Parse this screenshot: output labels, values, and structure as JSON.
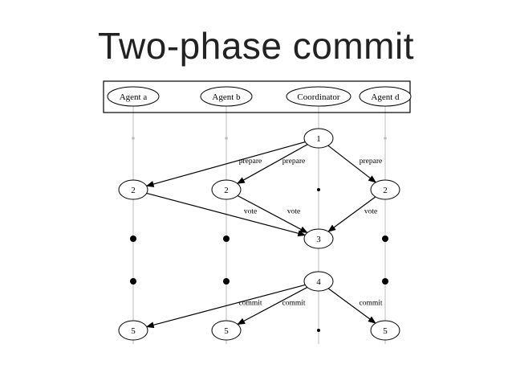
{
  "title": "Two-phase commit",
  "participants": [
    {
      "id": "a",
      "label": "Agent a"
    },
    {
      "id": "b",
      "label": "Agent b"
    },
    {
      "id": "c",
      "label": "Coordinator"
    },
    {
      "id": "d",
      "label": "Agent d"
    }
  ],
  "nodes": [
    {
      "id": "c1",
      "lane": "c",
      "label": "1"
    },
    {
      "id": "a2",
      "lane": "a",
      "label": "2"
    },
    {
      "id": "b2",
      "lane": "b",
      "label": "2"
    },
    {
      "id": "d2",
      "lane": "d",
      "label": "2"
    },
    {
      "id": "c3",
      "lane": "c",
      "label": "3"
    },
    {
      "id": "c4",
      "lane": "c",
      "label": "4"
    },
    {
      "id": "a5",
      "lane": "a",
      "label": "5"
    },
    {
      "id": "b5",
      "lane": "b",
      "label": "5"
    },
    {
      "id": "d5",
      "lane": "d",
      "label": "5"
    }
  ],
  "edges": [
    {
      "from": "c1",
      "to": "a2",
      "label": "prepare"
    },
    {
      "from": "c1",
      "to": "b2",
      "label": "prepare"
    },
    {
      "from": "c1",
      "to": "d2",
      "label": "prepare"
    },
    {
      "from": "a2",
      "to": "c3",
      "label": "vote"
    },
    {
      "from": "b2",
      "to": "c3",
      "label": "vote"
    },
    {
      "from": "d2",
      "to": "c3",
      "label": "vote"
    },
    {
      "from": "c4",
      "to": "a5",
      "label": "commit"
    },
    {
      "from": "c4",
      "to": "b5",
      "label": "commit"
    },
    {
      "from": "c4",
      "to": "d5",
      "label": "commit"
    }
  ]
}
